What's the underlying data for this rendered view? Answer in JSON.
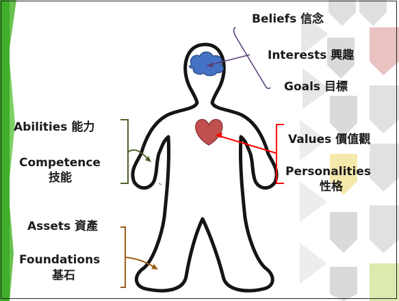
{
  "labels": {
    "beliefs": "Beliefs 信念",
    "interests": "Interests 興趣",
    "goals": "Goals 目標",
    "abilities": "Abilities 能力",
    "competence_line1": "Competence",
    "competence_line2": "技能",
    "values": "Values 價值觀",
    "personalities_line1": "Personalities",
    "personalities_line2": "性格",
    "assets": "Assets 資產",
    "foundations_line1": "Foundations",
    "foundations_line2": "基石"
  },
  "colors": {
    "left_bar": "#3fae2a",
    "chevron": "#d6d6d6",
    "chevron_red": "#e8bcbc",
    "chevron_yellow": "#f3e6a2",
    "chevron_green": "#d9e8a6",
    "brain": "#4472c4",
    "heart": "#c0504d",
    "head_bracket": "#5a3e7a",
    "hand_bracket": "#4f6228",
    "heart_bracket": "#ff0000",
    "foot_bracket": "#9a5b13"
  },
  "icons": {
    "brain": "brain-icon",
    "heart": "heart-icon"
  }
}
